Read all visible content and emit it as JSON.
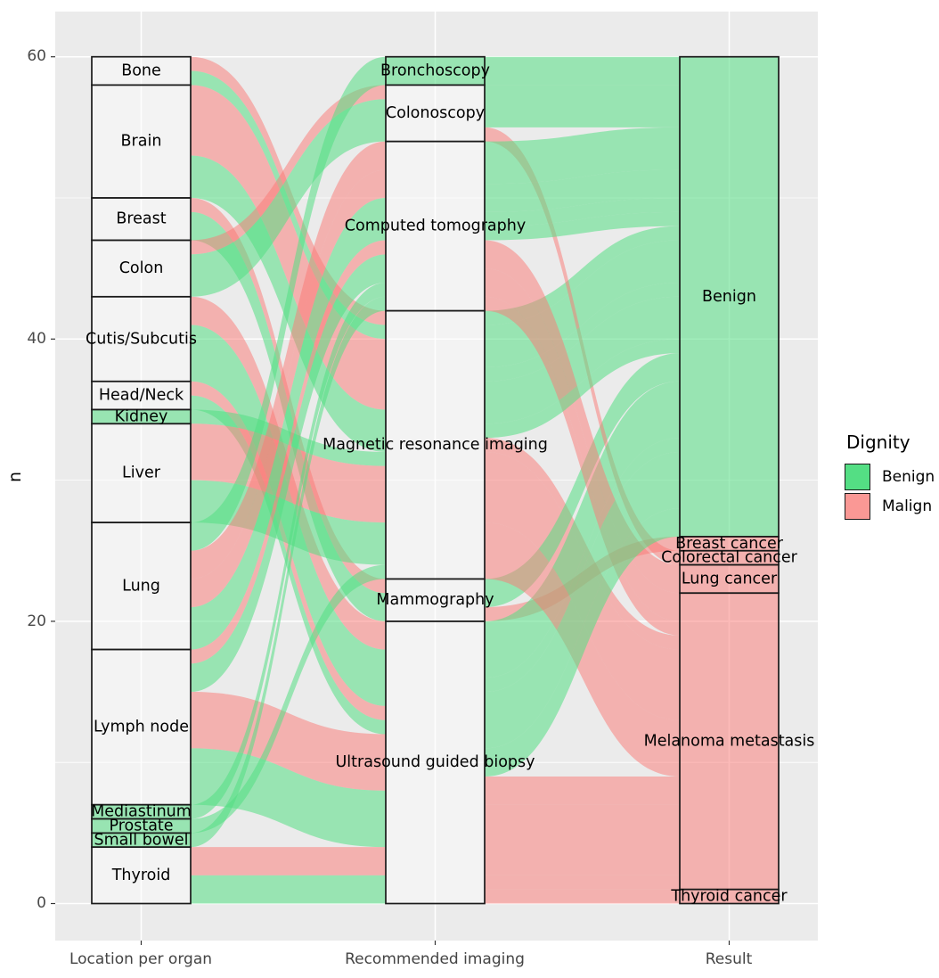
{
  "y_axis": {
    "title": "n",
    "tick_labels": [
      "0",
      "20",
      "40",
      "60"
    ],
    "tick_values": [
      0,
      20,
      40,
      60
    ],
    "minor_gridlines": [
      10,
      30,
      50
    ],
    "range": [
      0,
      60
    ]
  },
  "x_axis": {
    "labels": [
      "Location per organ",
      "Recommended imaging",
      "Result"
    ]
  },
  "legend": {
    "title": "Dignity",
    "items": [
      {
        "label": "Benign",
        "color": "#54DE84"
      },
      {
        "label": "Malign",
        "color": "#FA9895"
      }
    ]
  },
  "colors": {
    "panel_bg": "#EBEBEB",
    "grid": "#FFFFFF",
    "benign_flow": "rgba(84,222,132,0.55)",
    "malign_flow": "rgba(251,120,116,0.50)",
    "stratum_gray": "rgba(252,252,252,0.45)",
    "stratum_green": "rgba(84,222,132,0.55)",
    "stratum_pink": "rgba(251,120,116,0.50)",
    "stratum_border": "#1A1A1A",
    "label_text": "#000000"
  },
  "chart_data": {
    "type": "alluvial",
    "title": "",
    "ylabel": "n",
    "ylim": [
      0,
      60
    ],
    "legend_title": "Dignity",
    "legend_position": "right",
    "grid": true,
    "axes": [
      {
        "label": "Location per organ",
        "strata": [
          {
            "name": "Bone",
            "n": 2,
            "fill": "gray"
          },
          {
            "name": "Brain",
            "n": 8,
            "fill": "gray"
          },
          {
            "name": "Breast",
            "n": 3,
            "fill": "gray"
          },
          {
            "name": "Colon",
            "n": 4,
            "fill": "gray"
          },
          {
            "name": "Cutis/Subcutis",
            "n": 6,
            "fill": "gray"
          },
          {
            "name": "Head/Neck",
            "n": 2,
            "fill": "gray"
          },
          {
            "name": "Kidney",
            "n": 1,
            "fill": "green"
          },
          {
            "name": "Liver",
            "n": 7,
            "fill": "gray"
          },
          {
            "name": "Lung",
            "n": 9,
            "fill": "gray"
          },
          {
            "name": "Lymph node",
            "n": 11,
            "fill": "gray"
          },
          {
            "name": "Mediastinum",
            "n": 1,
            "fill": "green"
          },
          {
            "name": "Prostate",
            "n": 1,
            "fill": "green"
          },
          {
            "name": "Small bowel",
            "n": 1,
            "fill": "green"
          },
          {
            "name": "Thyroid",
            "n": 4,
            "fill": "gray"
          }
        ]
      },
      {
        "label": "Recommended imaging",
        "strata": [
          {
            "name": "Bronchoscopy",
            "n": 2,
            "fill": "green"
          },
          {
            "name": "Colonoscopy",
            "n": 4,
            "fill": "gray"
          },
          {
            "name": "Computed tomography",
            "n": 12,
            "fill": "gray"
          },
          {
            "name": "Magnetic resonance imaging",
            "n": 19,
            "fill": "gray"
          },
          {
            "name": "Mammography",
            "n": 3,
            "fill": "gray"
          },
          {
            "name": "Ultrasound guided biopsy",
            "n": 20,
            "fill": "gray"
          }
        ]
      },
      {
        "label": "Result",
        "strata": [
          {
            "name": "Benign",
            "n": 34,
            "fill": "green"
          },
          {
            "name": "Breast cancer",
            "n": 1,
            "fill": "pink"
          },
          {
            "name": "Colorectal cancer",
            "n": 1,
            "fill": "pink"
          },
          {
            "name": "Lung cancer",
            "n": 2,
            "fill": "pink"
          },
          {
            "name": "Melanoma metastasis",
            "n": 21,
            "fill": "pink"
          },
          {
            "name": "Thyroid cancer",
            "n": 1,
            "fill": "pink"
          }
        ]
      }
    ],
    "alluvia": [
      {
        "organ": "Bone",
        "imaging": "Magnetic resonance imaging",
        "result": "Melanoma metastasis",
        "dignity": "Malign",
        "n": 1
      },
      {
        "organ": "Bone",
        "imaging": "Magnetic resonance imaging",
        "result": "Benign",
        "dignity": "Benign",
        "n": 1
      },
      {
        "organ": "Brain",
        "imaging": "Magnetic resonance imaging",
        "result": "Melanoma metastasis",
        "dignity": "Malign",
        "n": 5
      },
      {
        "organ": "Brain",
        "imaging": "Magnetic resonance imaging",
        "result": "Benign",
        "dignity": "Benign",
        "n": 3
      },
      {
        "organ": "Breast",
        "imaging": "Mammography",
        "result": "Breast cancer",
        "dignity": "Malign",
        "n": 1
      },
      {
        "organ": "Breast",
        "imaging": "Mammography",
        "result": "Benign",
        "dignity": "Benign",
        "n": 2
      },
      {
        "organ": "Colon",
        "imaging": "Colonoscopy",
        "result": "Colorectal cancer",
        "dignity": "Malign",
        "n": 1
      },
      {
        "organ": "Colon",
        "imaging": "Colonoscopy",
        "result": "Benign",
        "dignity": "Benign",
        "n": 3
      },
      {
        "organ": "Cutis/Subcutis",
        "imaging": "Ultrasound guided biopsy",
        "result": "Melanoma metastasis",
        "dignity": "Malign",
        "n": 2
      },
      {
        "organ": "Cutis/Subcutis",
        "imaging": "Ultrasound guided biopsy",
        "result": "Benign",
        "dignity": "Benign",
        "n": 4
      },
      {
        "organ": "Head/Neck",
        "imaging": "Ultrasound guided biopsy",
        "result": "Melanoma metastasis",
        "dignity": "Malign",
        "n": 1
      },
      {
        "organ": "Head/Neck",
        "imaging": "Ultrasound guided biopsy",
        "result": "Benign",
        "dignity": "Benign",
        "n": 1
      },
      {
        "organ": "Kidney",
        "imaging": "Magnetic resonance imaging",
        "result": "Benign",
        "dignity": "Benign",
        "n": 1
      },
      {
        "organ": "Liver",
        "imaging": "Magnetic resonance imaging",
        "result": "Melanoma metastasis",
        "dignity": "Malign",
        "n": 4
      },
      {
        "organ": "Liver",
        "imaging": "Magnetic resonance imaging",
        "result": "Benign",
        "dignity": "Benign",
        "n": 3
      },
      {
        "organ": "Lung",
        "imaging": "Bronchoscopy",
        "result": "Benign",
        "dignity": "Benign",
        "n": 2
      },
      {
        "organ": "Lung",
        "imaging": "Computed tomography",
        "result": "Lung cancer",
        "dignity": "Malign",
        "n": 2
      },
      {
        "organ": "Lung",
        "imaging": "Computed tomography",
        "result": "Melanoma metastasis",
        "dignity": "Malign",
        "n": 2
      },
      {
        "organ": "Lung",
        "imaging": "Computed tomography",
        "result": "Benign",
        "dignity": "Benign",
        "n": 3
      },
      {
        "organ": "Lymph node",
        "imaging": "Computed tomography",
        "result": "Melanoma metastasis",
        "dignity": "Malign",
        "n": 1
      },
      {
        "organ": "Lymph node",
        "imaging": "Computed tomography",
        "result": "Benign",
        "dignity": "Benign",
        "n": 2
      },
      {
        "organ": "Lymph node",
        "imaging": "Ultrasound guided biopsy",
        "result": "Melanoma metastasis",
        "dignity": "Malign",
        "n": 4
      },
      {
        "organ": "Lymph node",
        "imaging": "Ultrasound guided biopsy",
        "result": "Benign",
        "dignity": "Benign",
        "n": 4
      },
      {
        "organ": "Mediastinum",
        "imaging": "Computed tomography",
        "result": "Benign",
        "dignity": "Benign",
        "n": 1
      },
      {
        "organ": "Prostate",
        "imaging": "Magnetic resonance imaging",
        "result": "Benign",
        "dignity": "Benign",
        "n": 1
      },
      {
        "organ": "Small bowel",
        "imaging": "Computed tomography",
        "result": "Benign",
        "dignity": "Benign",
        "n": 1
      },
      {
        "organ": "Thyroid",
        "imaging": "Ultrasound guided biopsy",
        "result": "Melanoma metastasis",
        "dignity": "Malign",
        "n": 1
      },
      {
        "organ": "Thyroid",
        "imaging": "Ultrasound guided biopsy",
        "result": "Thyroid cancer",
        "dignity": "Malign",
        "n": 1
      },
      {
        "organ": "Thyroid",
        "imaging": "Ultrasound guided biopsy",
        "result": "Benign",
        "dignity": "Benign",
        "n": 2
      }
    ]
  }
}
